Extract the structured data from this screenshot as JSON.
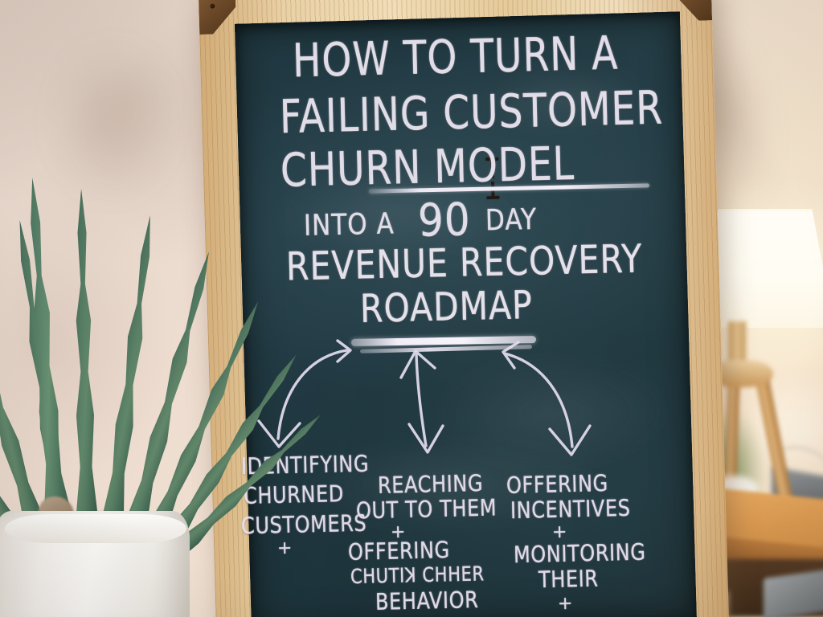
{
  "scene": {
    "medium": "chalkboard-sign",
    "board_color": "#1e3843",
    "chalk_color": "#e8e3ef",
    "frame_color": "#e4c898",
    "corner_bracket_color": "#5c3a1d",
    "wall_color": "#eddcce"
  },
  "board": {
    "headline": [
      {
        "text": "HOW TO TURN A"
      },
      {
        "text": "FAILING CUSTOMER"
      },
      {
        "text": "CHURN MODEL"
      }
    ],
    "subhead": [
      {
        "text": "INTO A",
        "style": "small"
      },
      {
        "text": "90",
        "style": "big"
      },
      {
        "text": "DAY",
        "style": "small"
      },
      {
        "text": "REVENUE RECOVERY",
        "style": "line"
      },
      {
        "text": "ROADMAP",
        "style": "line"
      }
    ],
    "subhead_line1_pre": "INTO A",
    "subhead_line1_num": "90",
    "subhead_line1_post": "DAY",
    "subhead_line2": "REVENUE RECOVERY",
    "subhead_line3": "ROADMAP",
    "branches": [
      {
        "id": "branch-left",
        "lines": [
          "IDENTIFYING",
          "CHURNED",
          "CUSTOMERS",
          "+"
        ]
      },
      {
        "id": "branch-middle",
        "lines": [
          "REACHING",
          "OUT TO THEM",
          "+",
          "OFFERING",
          "CHUTIꓘ CHHER",
          "BEHAVIOR"
        ]
      },
      {
        "id": "branch-right",
        "lines": [
          "OFFERING",
          "INCENTIVES",
          "+",
          "MONITORING",
          "THEIR",
          "+"
        ]
      }
    ],
    "arrows": {
      "count": 3,
      "style": "double-headed-curved-chalk",
      "description": "three chalk arrows curving from the underline beneath ROADMAP down to each branch"
    },
    "underlines": [
      {
        "id": "underline-churn-model",
        "under": "CHURN MODEL"
      },
      {
        "id": "underline-roadmap",
        "under": "ROADMAP"
      }
    ]
  },
  "room": {
    "objects": [
      {
        "name": "potted-agave-plant",
        "position": "foreground-left"
      },
      {
        "name": "white-ceramic-pot",
        "position": "bottom-left"
      },
      {
        "name": "tripod-table-lamp",
        "position": "background-right"
      },
      {
        "name": "wooden-side-table",
        "position": "bottom-right"
      },
      {
        "name": "wall",
        "position": "background"
      }
    ]
  },
  "frame": {
    "hardware": "hinge-bracket",
    "corners": [
      "top-left-bracket",
      "top-right-bracket"
    ]
  }
}
